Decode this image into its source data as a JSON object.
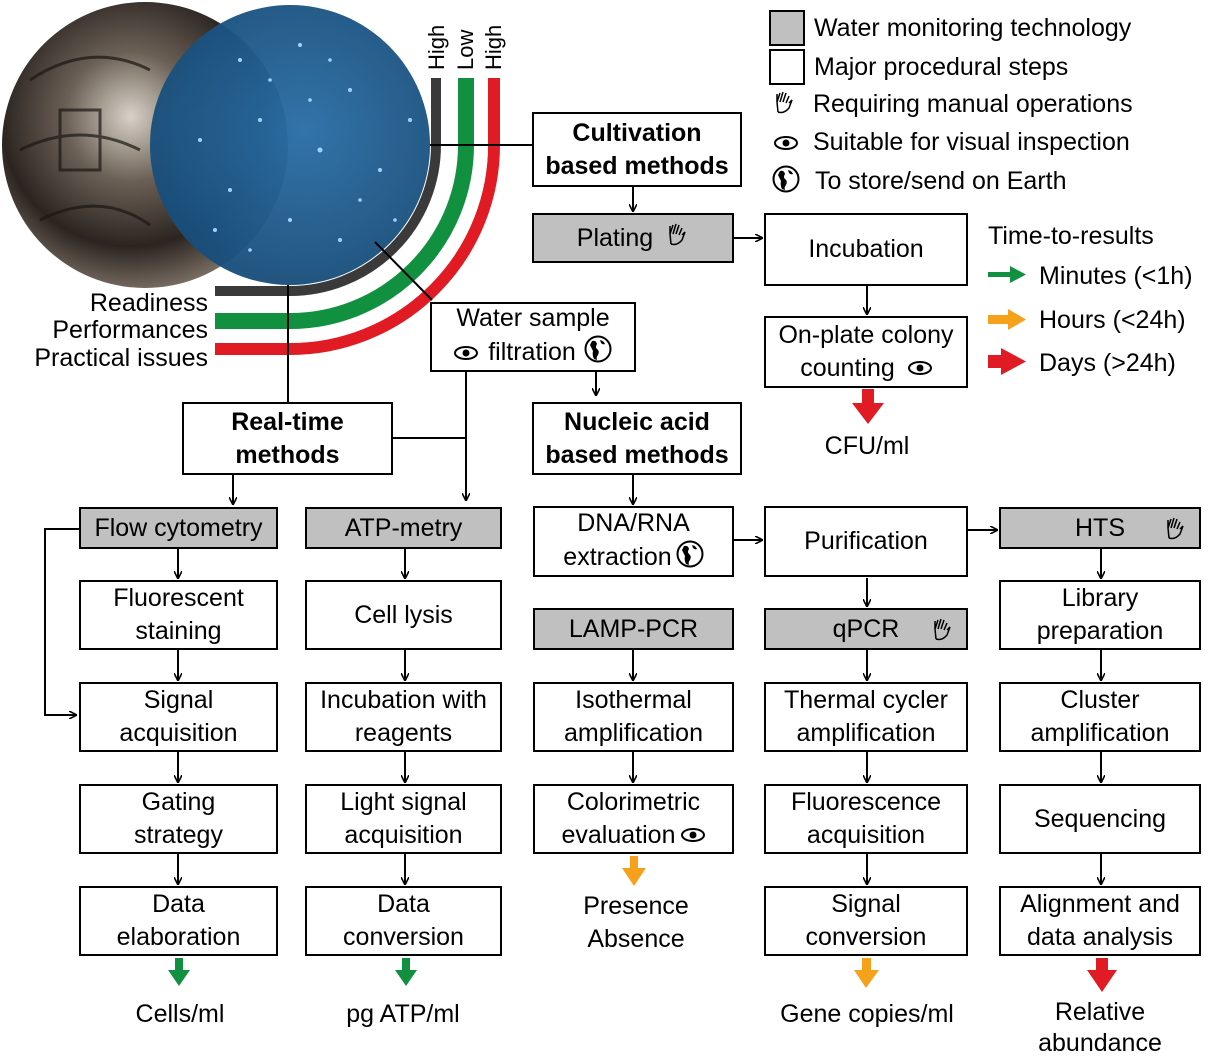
{
  "legend": {
    "water_tech": "Water monitoring technology",
    "procedural": "Major procedural steps",
    "manual": "Requiring manual operations",
    "visual": "Suitable for visual inspection",
    "earth": "To store/send on Earth",
    "ttr_title": "Time-to-results",
    "minutes": "Minutes (<1h)",
    "hours": "Hours (<24h)",
    "days": "Days (>24h)",
    "color_minutes": "#119040",
    "color_hours": "#f5a11c",
    "color_days": "#e01b23"
  },
  "ratings": {
    "high1": "High",
    "low": "Low",
    "high2": "High",
    "readiness": "Readiness",
    "performances": "Performances",
    "practical": "Practical issues"
  },
  "nodes": {
    "cultivation_l1": "Cultivation",
    "cultivation_l2": "based methods",
    "plating": "Plating",
    "incubation": "Incubation",
    "colony_l1": "On-plate colony",
    "colony_l2": "counting",
    "cfu": "CFU/ml",
    "filtration_l1": "Water sample",
    "filtration_l2": "filtration",
    "realtime_l1": "Real-time",
    "realtime_l2": "methods",
    "nucleic_l1": "Nucleic acid",
    "nucleic_l2": "based methods",
    "flow": "Flow cytometry",
    "atp": "ATP-metry",
    "dna_l1": "DNA/RNA",
    "dna_l2": "extraction",
    "purification": "Purification",
    "hts": "HTS",
    "fluor_stain_l1": "Fluorescent",
    "fluor_stain_l2": "staining",
    "cell_lysis": "Cell lysis",
    "lamp": "LAMP-PCR",
    "qpcr": "qPCR",
    "library_l1": "Library",
    "library_l2": "preparation",
    "signal_acq_l1": "Signal",
    "signal_acq_l2": "acquisition",
    "incub_reag_l1": "Incubation with",
    "incub_reag_l2": "reagents",
    "isothermal_l1": "Isothermal",
    "isothermal_l2": "amplification",
    "thermal_l1": "Thermal cycler",
    "thermal_l2": "amplification",
    "cluster_l1": "Cluster",
    "cluster_l2": "amplification",
    "gating_l1": "Gating",
    "gating_l2": "strategy",
    "light_l1": "Light signal",
    "light_l2": "acquisition",
    "colorimetric_l1": "Colorimetric",
    "colorimetric_l2": "evaluation",
    "fluor_acq_l1": "Fluorescence",
    "fluor_acq_l2": "acquisition",
    "sequencing": "Sequencing",
    "data_elab_l1": "Data",
    "data_elab_l2": "elaboration",
    "data_conv_l1": "Data",
    "data_conv_l2": "conversion",
    "signal_conv_l1": "Signal",
    "signal_conv_l2": "conversion",
    "align_l1": "Alignment and",
    "align_l2": "data analysis"
  },
  "outputs": {
    "cells": "Cells/ml",
    "pg_atp": "pg ATP/ml",
    "presence": "Presence",
    "absence": "Absence",
    "gene_copies": "Gene copies/ml",
    "relative": "Relative",
    "abundance": "abundance"
  },
  "icons": [
    "hand-icon",
    "eye-icon",
    "globe-icon"
  ],
  "colors": {
    "gray_box": "#c0c0c0",
    "dark_band": "#3a3a3a",
    "green_band": "#119040",
    "red_band": "#e01b23"
  }
}
